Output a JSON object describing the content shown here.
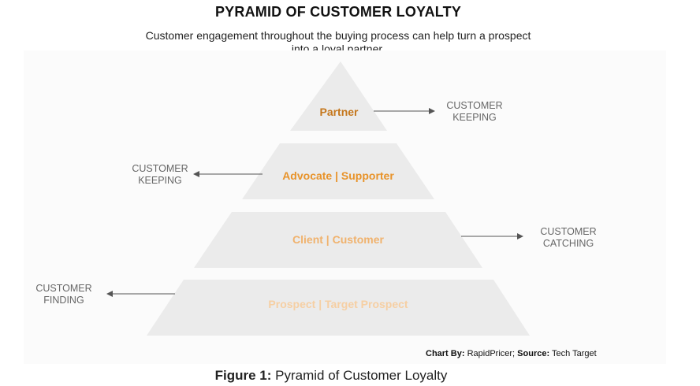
{
  "title": "PYRAMID OF CUSTOMER LOYALTY",
  "subtitle": {
    "line1": "Customer engagement throughout the buying process can help turn a prospect",
    "line2": "into a loyal partner."
  },
  "colors": {
    "layer_fill": "#ebebeb",
    "arrow": "#555555",
    "side_text": "#666666",
    "partner_text": "#c5771c",
    "advocate_text": "#e8932a",
    "client_text": "#f0b26d",
    "prospect_text": "#f6cfa3"
  },
  "layers": [
    {
      "label": "Partner",
      "color": "#c5771c"
    },
    {
      "label": "Advocate | Supporter",
      "color": "#e8932a"
    },
    {
      "label": "Client | Customer",
      "color": "#f0b26d"
    },
    {
      "label": "Prospect | Target Prospect",
      "color": "#f6cfa3"
    }
  ],
  "side_labels": [
    {
      "line1": "CUSTOMER",
      "line2": "KEEPING",
      "arrow_direction": "right"
    },
    {
      "line1": "CUSTOMER",
      "line2": "KEEPING",
      "arrow_direction": "left"
    },
    {
      "line1": "CUSTOMER",
      "line2": "CATCHING",
      "arrow_direction": "right"
    },
    {
      "line1": "CUSTOMER",
      "line2": "FINDING",
      "arrow_direction": "left"
    }
  ],
  "credit": {
    "chart_by_label": "Chart By:",
    "chart_by_value": "RapidPricer;",
    "source_label": "Source:",
    "source_value": "Tech Target"
  },
  "caption": {
    "label": "Figure 1:",
    "text": "Pyramid of Customer Loyalty"
  }
}
